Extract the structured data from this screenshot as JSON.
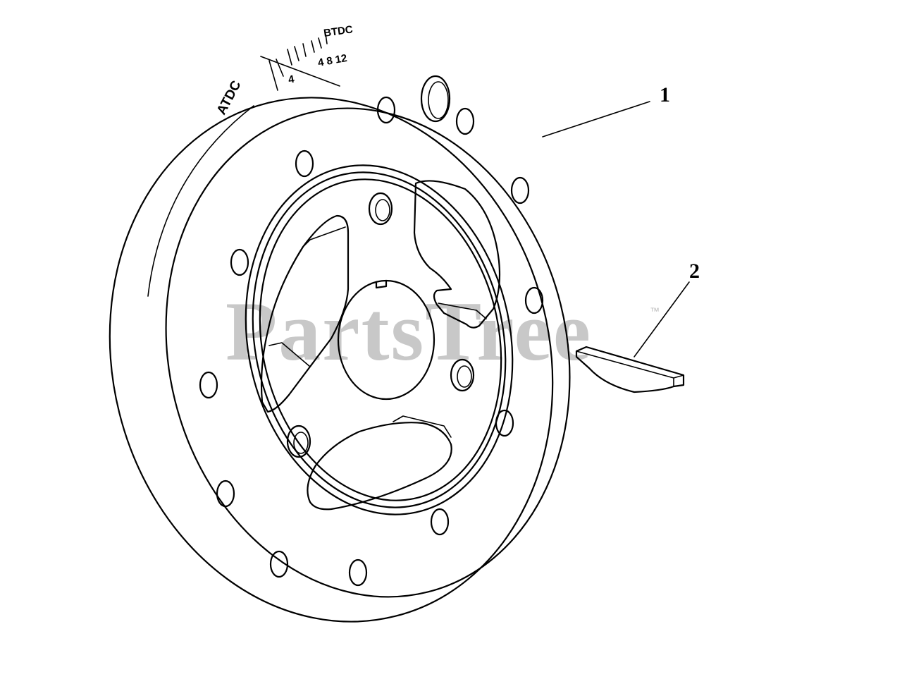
{
  "callouts": [
    {
      "label": "1"
    },
    {
      "label": "2"
    }
  ],
  "timing_scale": {
    "atdc": "ATDC",
    "btdc": "BTDC",
    "mark_4_left": "4",
    "marks_right": "4 8 12"
  },
  "watermark": {
    "text": "PartsTree",
    "trademark": "™"
  },
  "colors": {
    "line": "#000000",
    "watermark": "#c8c8c8",
    "background": "#ffffff"
  }
}
